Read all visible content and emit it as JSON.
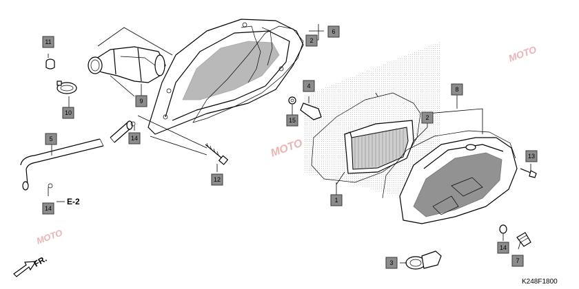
{
  "labels": [
    "1",
    "2",
    "2",
    "3",
    "4",
    "5",
    "6",
    "7",
    "8",
    "9",
    "10",
    "11",
    "12",
    "13",
    "14",
    "14",
    "14",
    "15"
  ],
  "reference": "E-2",
  "front_label": "FR.",
  "diagram_code": "K248F1800",
  "watermark": "MOTO",
  "colors": {
    "label_fill": "#8c8c8c",
    "watermark": "#e06868",
    "line": "#000000"
  }
}
